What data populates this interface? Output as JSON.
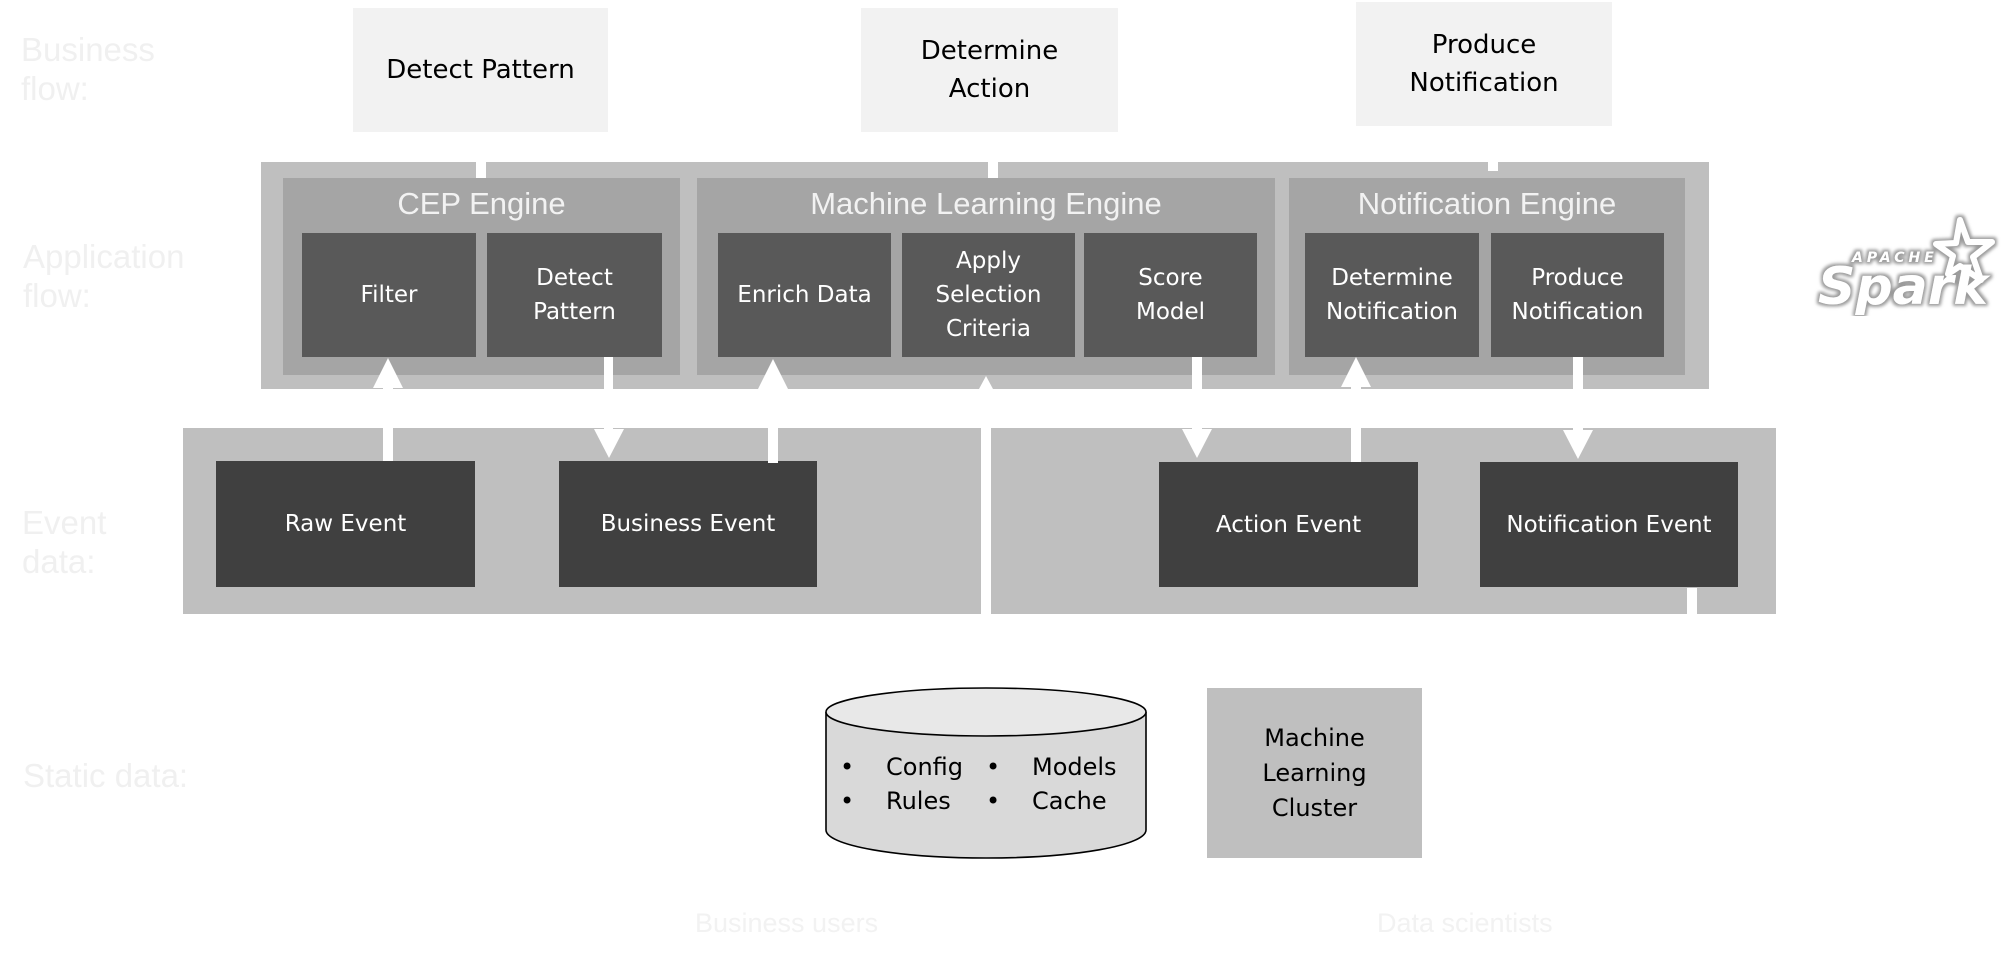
{
  "row_labels": {
    "business_flow": "Business\nflow:",
    "application_flow": "Application\nflow:",
    "event_data": "Event\ndata:",
    "static_data": "Static data:"
  },
  "business_flow": [
    {
      "label": "Detect Pattern"
    },
    {
      "label": "Determine\nAction"
    },
    {
      "label": "Produce\nNotification"
    }
  ],
  "engines": {
    "cep": {
      "title": "CEP Engine",
      "components": [
        {
          "label": "Filter"
        },
        {
          "label": "Detect\nPattern"
        }
      ]
    },
    "ml": {
      "title": "Machine Learning Engine",
      "components": [
        {
          "label": "Enrich Data"
        },
        {
          "label": "Apply\nSelection\nCriteria"
        },
        {
          "label": "Score\nModel"
        }
      ]
    },
    "notification": {
      "title": "Notification Engine",
      "components": [
        {
          "label": "Determine\nNotification"
        },
        {
          "label": "Produce\nNotification"
        }
      ]
    }
  },
  "events": [
    {
      "label": "Raw Event"
    },
    {
      "label": "Business Event"
    },
    {
      "label": "Action Event"
    },
    {
      "label": "Notification Event"
    }
  ],
  "static_data": {
    "datastore_items": [
      "Config",
      "Rules",
      "Models",
      "Cache"
    ],
    "bullet": "•",
    "cluster_label": "Machine\nLearning\nCluster"
  },
  "users": {
    "business_users": "Business users",
    "data_scientists": "Data scientists"
  },
  "logo": {
    "small_text": "APACHE",
    "big_text": "Spark"
  },
  "colors": {
    "business_box": "#f2f2f2",
    "band": "#bfbfbf",
    "engine": "#a5a5a5",
    "component": "#595959",
    "event_box": "#404040",
    "connector": "#ffffff"
  }
}
